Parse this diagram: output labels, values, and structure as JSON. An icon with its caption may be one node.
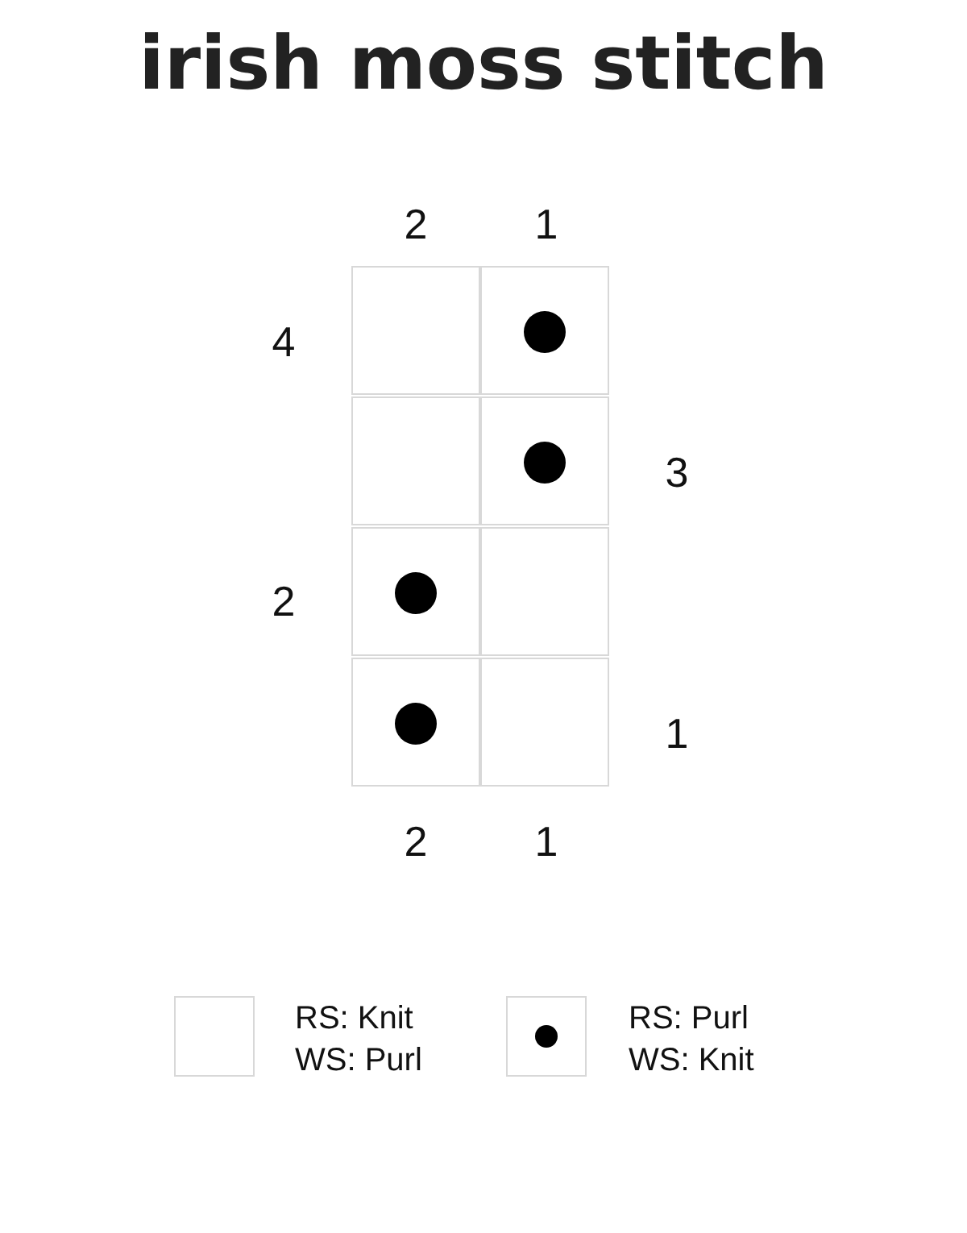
{
  "diagram": {
    "title": "irish moss stitch",
    "labels": [
      "2",
      "1",
      "4",
      "3",
      "2",
      "1",
      "2",
      "1"
    ],
    "legend": [
      {
        "text": "RS: Knit WS: Purl"
      },
      {
        "text": "RS: Purl WS: Knit"
      }
    ]
  }
}
